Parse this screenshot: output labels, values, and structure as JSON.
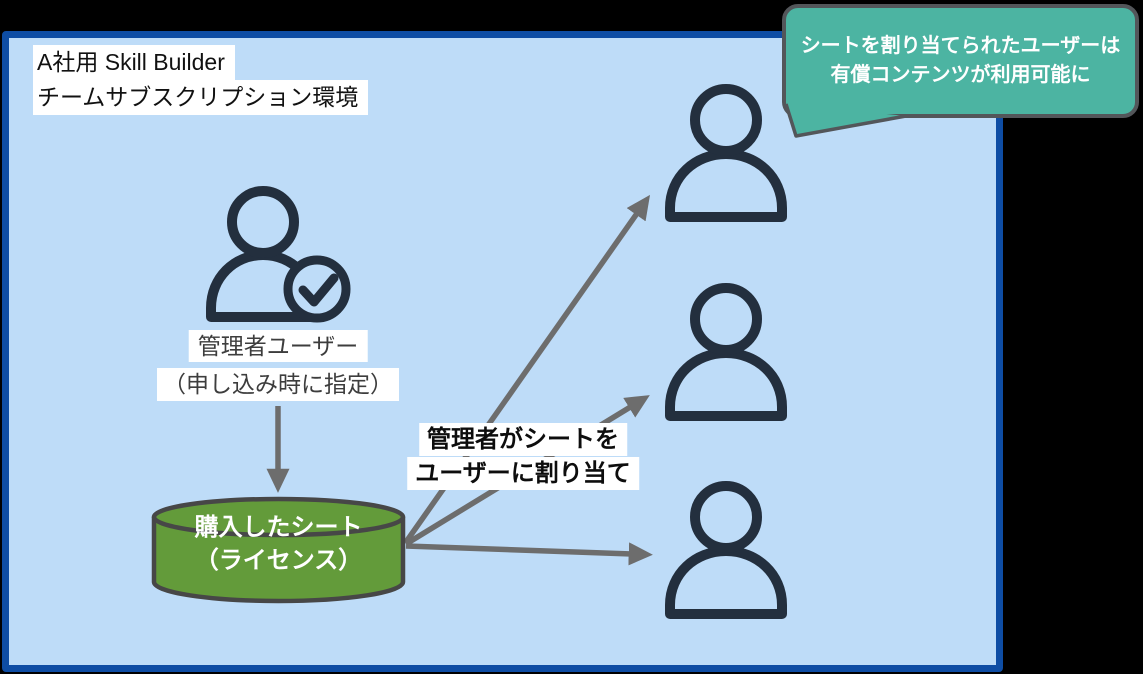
{
  "colors": {
    "background": "#000000",
    "board_fill": "#bedcf8",
    "board_border": "#0e4da4",
    "callout_fill": "#4cb4a2",
    "callout_border": "#53565a",
    "cylinder_fill": "#639b3a",
    "cylinder_border": "#474747",
    "person_icon": "#232f3e",
    "arrow": "#6d6d6d",
    "label_background": "#ffffff"
  },
  "environment": {
    "title_line1": "A社用 Skill Builder",
    "title_line2": "チームサブスクリプション環境"
  },
  "callout": {
    "line1": "シートを割り当てられたユーザーは",
    "line2": "有償コンテンツが利用可能に"
  },
  "admin_user": {
    "name_label": "管理者ユーザー",
    "note_label": "（申し込み時に指定）"
  },
  "purchased_seats": {
    "line1": "購入したシート",
    "line2": "（ライセンス）"
  },
  "assignment_note": {
    "line1": "管理者がシートを",
    "line2": "ユーザーに割り当て"
  },
  "users": [
    "user-1",
    "user-2",
    "user-3"
  ]
}
